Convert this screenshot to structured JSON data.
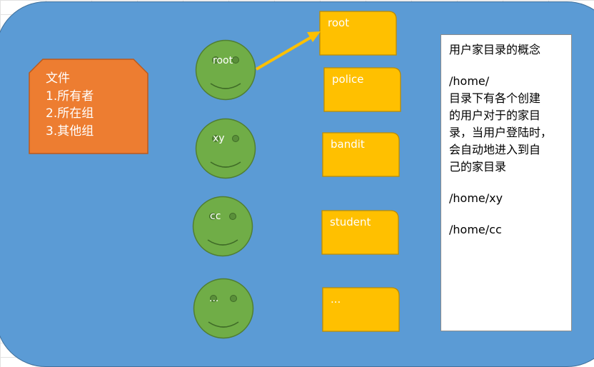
{
  "colors": {
    "board_fill": "#5b9bd5",
    "file_fill": "#ed7d31",
    "face_fill": "#70ad47",
    "box_fill": "#ffc000",
    "arrow": "#ffc000"
  },
  "file": {
    "title": "文件",
    "items": [
      "1.所有者",
      "2.所在组",
      "3.其他组"
    ]
  },
  "users": [
    {
      "label": "root"
    },
    {
      "label": "xy"
    },
    {
      "label": "cc"
    },
    {
      "label": "..."
    }
  ],
  "groups": [
    {
      "label": "root"
    },
    {
      "label": "police"
    },
    {
      "label": "bandit"
    },
    {
      "label": "student"
    },
    {
      "label": "..."
    }
  ],
  "note": {
    "title": "用户家目录的概念",
    "path_home": "/home/",
    "desc_lines": [
      "目录下有各个创建",
      "的用户对于的家目",
      "录，当用户登陆时，",
      "会自动地进入到自",
      "己的家目录"
    ],
    "path_xy": "/home/xy",
    "path_cc": "/home/cc"
  }
}
